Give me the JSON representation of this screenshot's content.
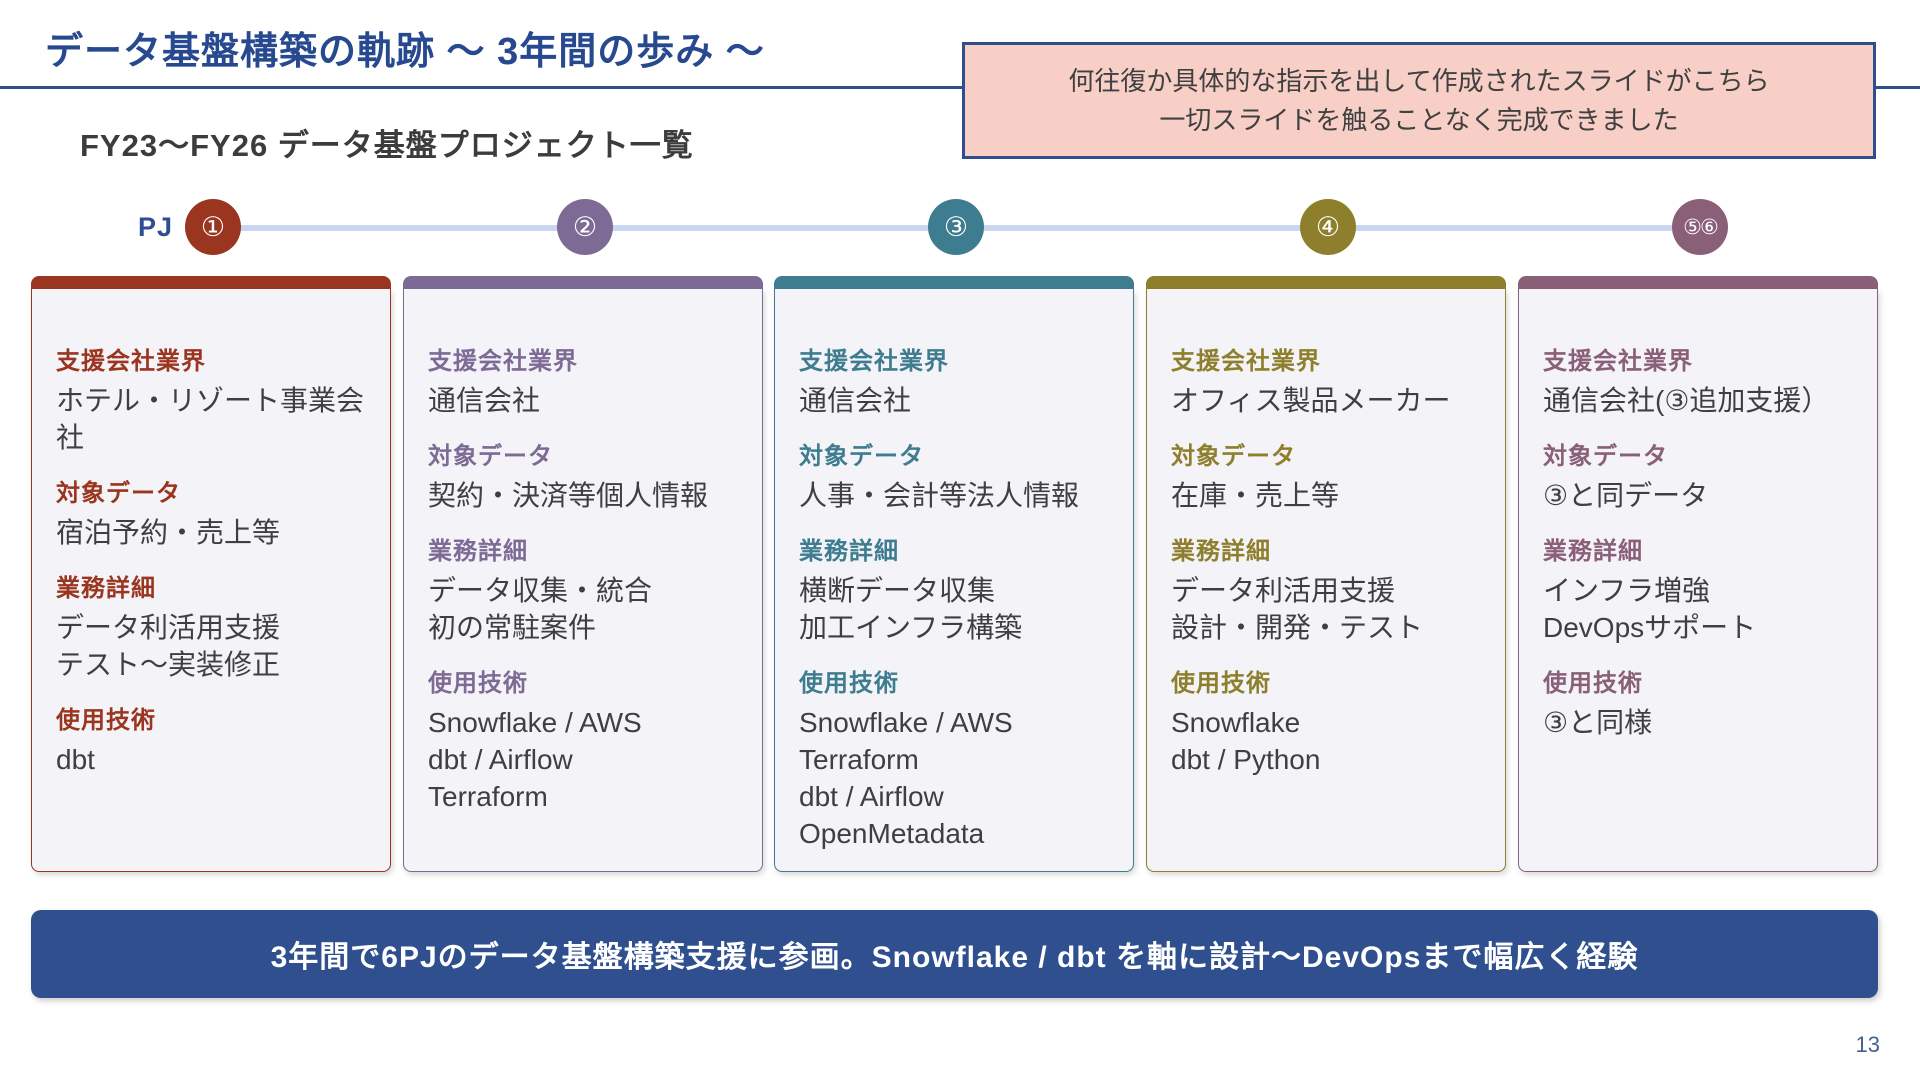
{
  "slide": {
    "title": "データ基盤構築の軌跡 ～ 3年間の歩み ～",
    "subtitle": "FY23～FY26 データ基盤プロジェクト一覧",
    "callout": {
      "line1": "何往復か具体的な指示を出して作成されたスライドがこちら",
      "line2": "一切スライドを触ることなく完成できました"
    },
    "timeline": {
      "label": "PJ",
      "line_color": "#c9d6f1",
      "nodes": [
        {
          "num": "①",
          "color": "#9a3520"
        },
        {
          "num": "②",
          "color": "#7d6b96"
        },
        {
          "num": "③",
          "color": "#3e7c90"
        },
        {
          "num": "④",
          "color": "#8d7f2c"
        },
        {
          "num": "⑤⑥",
          "color": "#8a5f78"
        }
      ]
    },
    "field_labels": {
      "industry": "支援会社業界",
      "data": "対象データ",
      "work": "業務詳細",
      "tech": "使用技術"
    },
    "cards": [
      {
        "color": "#9a3520",
        "industry": "ホテル・リゾート事業会社",
        "data": "宿泊予約・売上等",
        "work": "データ利活用支援\nテスト～実装修正",
        "tech": "dbt"
      },
      {
        "color": "#7d6b96",
        "industry": "通信会社",
        "data": "契約・決済等個人情報",
        "work": "データ収集・統合\n初の常駐案件",
        "tech": "Snowflake / AWS\ndbt / Airflow\nTerraform"
      },
      {
        "color": "#3e7c90",
        "industry": "通信会社",
        "data": "人事・会計等法人情報",
        "work": "横断データ収集\n加工インフラ構築",
        "tech": "Snowflake / AWS\nTerraform\ndbt / Airflow\nOpenMetadata"
      },
      {
        "color": "#8d7f2c",
        "industry": "オフィス製品メーカー",
        "data": "在庫・売上等",
        "work": "データ利活用支援\n設計・開発・テスト",
        "tech": "Snowflake\ndbt / Python"
      },
      {
        "color": "#8a5f78",
        "industry": "通信会社(③追加支援）",
        "data": "③と同データ",
        "work": "インフラ増強\nDevOpsサポート",
        "tech": "③と同様"
      }
    ],
    "banner": "3年間で6PJのデータ基盤構築支援に参画。Snowflake / dbt を軸に設計～DevOpsまで幅広く経験",
    "page_number": "13",
    "colors": {
      "accent_blue": "#2e4e8f",
      "callout_pink": "#f7cfc7",
      "card_bg": "#f4f3f8",
      "text_gray": "#3f3f3f"
    }
  }
}
